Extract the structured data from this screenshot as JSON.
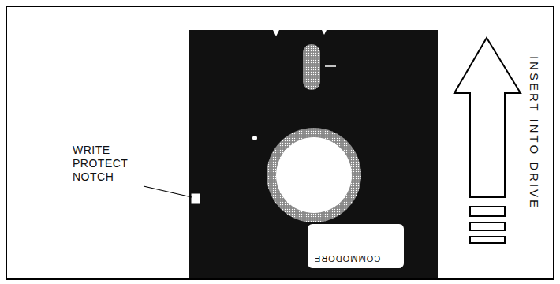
{
  "diagram": {
    "nodes": [
      {
        "text": [
          "COMMODORE"
        ]
      }
    ],
    "labels": [
      "WRITE PROTECT NOTCH",
      "INSERT INTO DRIVE"
    ]
  }
}
